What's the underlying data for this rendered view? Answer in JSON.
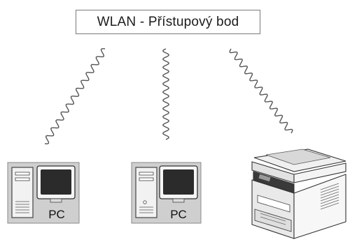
{
  "access_point": {
    "label": "WLAN - Přístupový bod"
  },
  "devices": [
    {
      "kind": "pc",
      "label": "PC"
    },
    {
      "kind": "pc",
      "label": "PC"
    },
    {
      "kind": "multifunction-printer",
      "label": ""
    }
  ],
  "colors": {
    "box_border": "#7a7a7a",
    "wave": "#555555",
    "pc_panel": "#cfcfcf",
    "monitor_screen": "#2b2b2b",
    "printer_body": "#e9e9e9"
  }
}
